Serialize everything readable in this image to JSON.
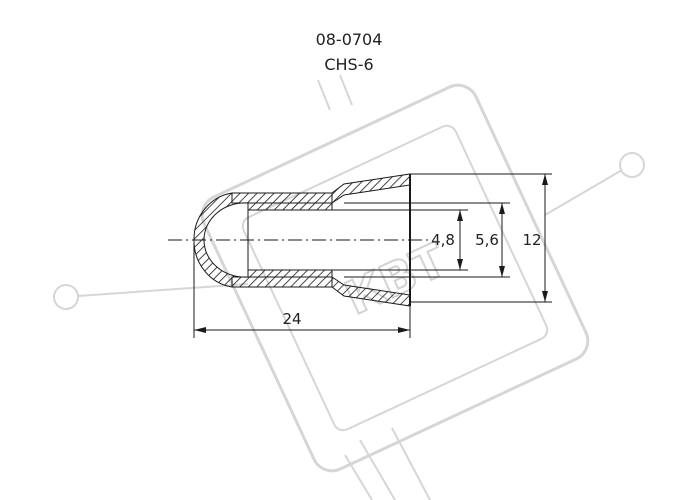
{
  "header": {
    "part_number": "08-0704",
    "model": "CHS-6"
  },
  "dimensions": {
    "length": "24",
    "inner_diameter": "4,8",
    "middle_diameter": "5,6",
    "outer_diameter": "12"
  },
  "watermark": {
    "text": "КВТ"
  },
  "colors": {
    "line": "#1a1a1a",
    "watermark": "#d6d6d6"
  }
}
